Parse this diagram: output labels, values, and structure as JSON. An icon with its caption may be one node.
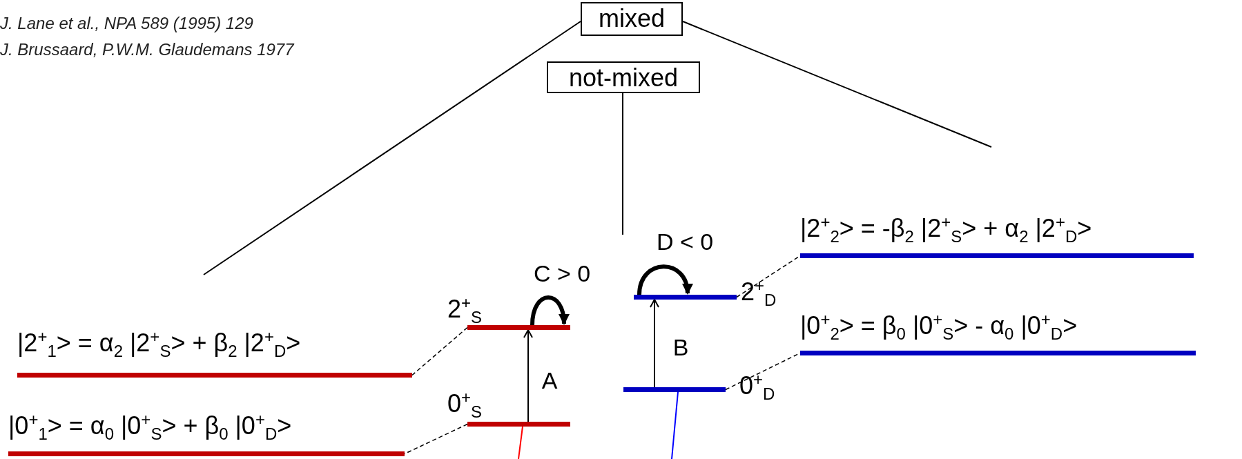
{
  "diagram": {
    "nodes": [
      {
        "text": [
          "mixed"
        ]
      },
      {
        "text": [
          "not-mixed"
        ]
      },
      {
        "text": [
          "|2$^{+}$$_{1}$> = α$_{2}$ |2$^{+}$$_{S}$> + β$_{2}$ |2$^{+}$$_{D}$>"
        ]
      },
      {
        "text": [
          "|0$^{+}$$_{1}$> = α$_{0}$ |0$^{+}$$_{S}$> + β$_{0}$ |0$^{+}$$_{D}$>"
        ]
      },
      {
        "text": [
          "2$^{+}$$_{S}$"
        ]
      },
      {
        "text": [
          "0$^{+}$$_{S}$"
        ]
      },
      {
        "text": [
          "2$^{+}$$_{D}$"
        ]
      },
      {
        "text": [
          "0$^{+}$$_{D}$"
        ]
      },
      {
        "text": [
          "|2$^{+}$$_{2}$> = -β$_{2}$ |2$^{+}$$_{S}$> + α$_{2}$ |2$^{+}$$_{D}$>"
        ]
      },
      {
        "text": [
          "|0$^{+}$$_{2}$> = β$_{0}$ |0$^{+}$$_{S}$> - α$_{0}$ |0$^{+}$$_{D}$>"
        ]
      }
    ],
    "edges": [
      {
        "from": 0,
        "to": null,
        "arrow": "none"
      },
      {
        "from": 0,
        "to": null,
        "arrow": "none"
      },
      {
        "from": 1,
        "to": null,
        "arrow": "none"
      },
      {
        "from": 4,
        "to": 2,
        "arrow": "none",
        "style": "dashed"
      },
      {
        "from": 5,
        "to": 3,
        "arrow": "none",
        "style": "dashed"
      },
      {
        "from": 5,
        "to": 4,
        "arrow": "to",
        "label": "A"
      },
      {
        "from": 4,
        "to": 4,
        "arrow": "to",
        "label": "C > 0",
        "style": "thick"
      },
      {
        "from": 6,
        "to": 8,
        "arrow": "none",
        "style": "dashed"
      },
      {
        "from": 7,
        "to": 9,
        "arrow": "none",
        "style": "dashed"
      },
      {
        "from": 7,
        "to": 6,
        "arrow": "to",
        "label": "B"
      },
      {
        "from": 6,
        "to": 6,
        "arrow": "to",
        "label": "D < 0",
        "style": "thick"
      },
      {
        "from": 5,
        "to": null,
        "arrow": "none",
        "color": "#ff0000"
      },
      {
        "from": 7,
        "to": null,
        "arrow": "none",
        "color": "#0000ff"
      }
    ],
    "labels": [
      "J. Lane et al., NPA 589 (1995) 129",
      "J. Brussaard, P.W.M. Glaudemans 1977"
    ]
  }
}
